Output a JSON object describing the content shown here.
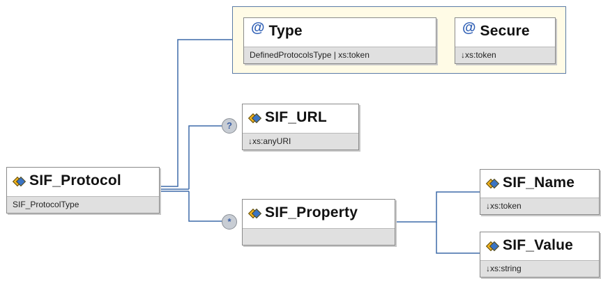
{
  "attributes": [
    {
      "name": "Type",
      "type": "DefinedProtocolsType | xs:token"
    },
    {
      "name": "Secure",
      "type": "↓xs:token"
    }
  ],
  "root": {
    "name": "SIF_Protocol",
    "type": "SIF_ProtocolType"
  },
  "sif_url": {
    "name": "SIF_URL",
    "type": "↓xs:anyURI",
    "occurrence": "?"
  },
  "sif_property": {
    "name": "SIF_Property",
    "type": "",
    "occurrence": "*"
  },
  "sif_name": {
    "name": "SIF_Name",
    "type": "↓xs:token"
  },
  "sif_value": {
    "name": "SIF_Value",
    "type": "↓xs:string"
  },
  "symbols": {
    "attribute": "@"
  },
  "icons": {
    "element": "element-icon",
    "attribute": "attribute-icon"
  },
  "colors": {
    "connector": "#3d6aa8",
    "group_fill": "#fffbe6",
    "footer": "#e0e0e0"
  }
}
